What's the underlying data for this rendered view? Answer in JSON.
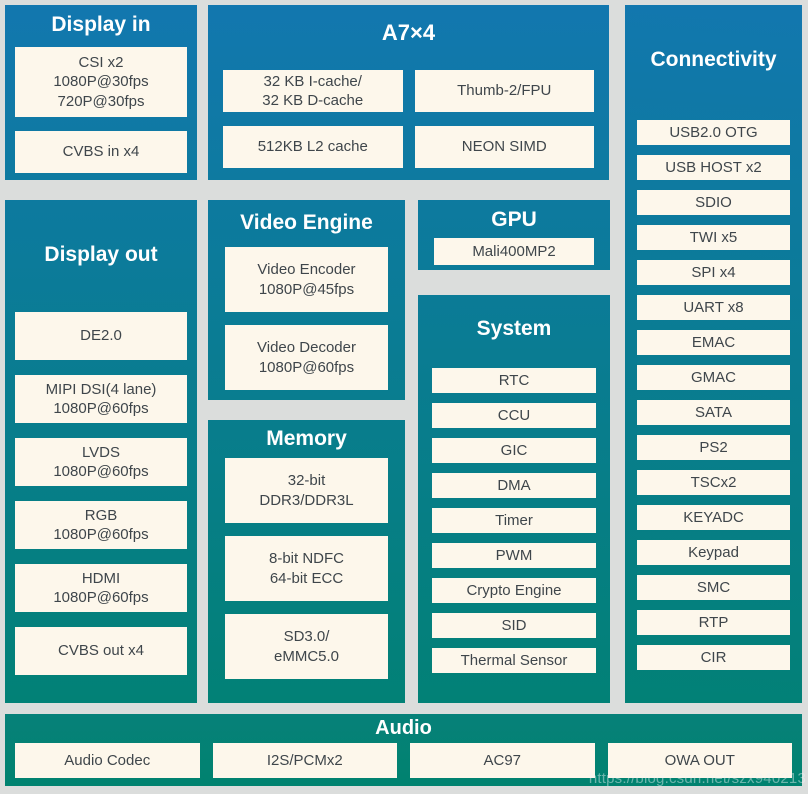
{
  "watermark": "https://blog.csdn.net/szx940213",
  "colors": {
    "page_background": "#DBDDDC",
    "gradient_top_blue": "#1277AF",
    "gradient_bottom_teal": "#00826F",
    "item_box_fill": "#FDF7EB",
    "item_text": "#3F464B",
    "title_text": "#FFFFFF"
  },
  "blocks": {
    "display_in": {
      "title": "Display in",
      "items": [
        [
          "CSI x2",
          "1080P@30fps",
          "720P@30fps"
        ],
        [
          "CVBS in x4"
        ]
      ]
    },
    "a7": {
      "title": "A7×4",
      "items": [
        [
          "32 KB I-cache/",
          "32 KB D-cache"
        ],
        [
          "Thumb-2/FPU"
        ],
        [
          "512KB L2 cache"
        ],
        [
          "NEON SIMD"
        ]
      ]
    },
    "connectivity": {
      "title": "Connectivity",
      "items": [
        [
          "USB2.0 OTG"
        ],
        [
          "USB HOST x2"
        ],
        [
          "SDIO"
        ],
        [
          "TWI x5"
        ],
        [
          "SPI x4"
        ],
        [
          "UART x8"
        ],
        [
          "EMAC"
        ],
        [
          "GMAC"
        ],
        [
          "SATA"
        ],
        [
          "PS2"
        ],
        [
          "TSCx2"
        ],
        [
          "KEYADC"
        ],
        [
          "Keypad"
        ],
        [
          "SMC"
        ],
        [
          "RTP"
        ],
        [
          "CIR"
        ]
      ]
    },
    "display_out": {
      "title": "Display out",
      "items": [
        [
          "DE2.0"
        ],
        [
          "MIPI DSI(4 lane)",
          "1080P@60fps"
        ],
        [
          "LVDS",
          "1080P@60fps"
        ],
        [
          "RGB",
          "1080P@60fps"
        ],
        [
          "HDMI",
          "1080P@60fps"
        ],
        [
          "CVBS out x4"
        ]
      ]
    },
    "video_engine": {
      "title": "Video Engine",
      "items": [
        [
          "Video Encoder",
          "1080P@45fps"
        ],
        [
          "Video Decoder",
          "1080P@60fps"
        ]
      ]
    },
    "memory": {
      "title": "Memory",
      "items": [
        [
          "32-bit",
          "DDR3/DDR3L"
        ],
        [
          "8-bit NDFC",
          "64-bit ECC"
        ],
        [
          "SD3.0/",
          "eMMC5.0"
        ]
      ]
    },
    "gpu": {
      "title": "GPU",
      "items": [
        [
          "Mali400MP2"
        ]
      ]
    },
    "system": {
      "title": "System",
      "items": [
        [
          "RTC"
        ],
        [
          "CCU"
        ],
        [
          "GIC"
        ],
        [
          "DMA"
        ],
        [
          "Timer"
        ],
        [
          "PWM"
        ],
        [
          "Crypto Engine"
        ],
        [
          "SID"
        ],
        [
          "Thermal Sensor"
        ]
      ]
    },
    "audio": {
      "title": "Audio",
      "items": [
        [
          "Audio Codec"
        ],
        [
          "I2S/PCMx2"
        ],
        [
          "AC97"
        ],
        [
          "OWA OUT"
        ]
      ]
    }
  }
}
